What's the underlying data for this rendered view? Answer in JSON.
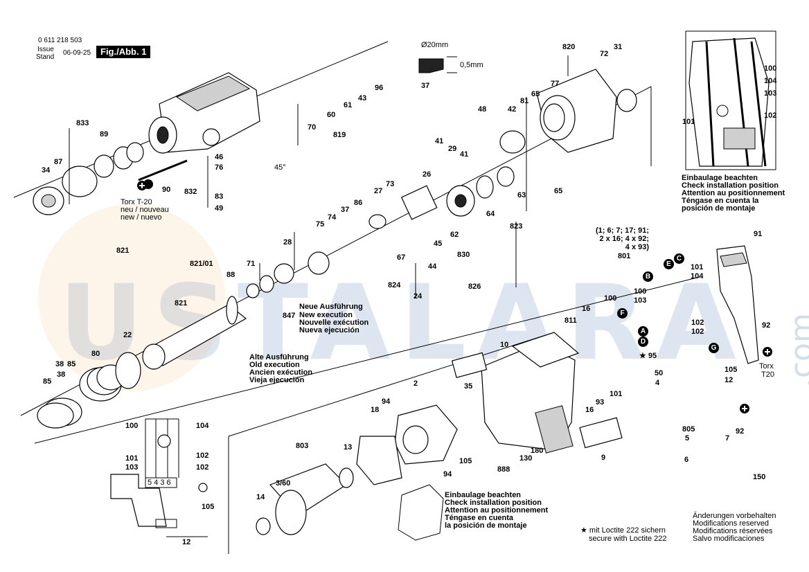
{
  "header": {
    "part_number": "0 611 218 503",
    "issue_label": "Issue",
    "stand_label": "Stand",
    "date": "06-09-25",
    "fig_label": "Fig./Abb. 1"
  },
  "watermark": {
    "text": "USTALARA",
    "suffix": ".com"
  },
  "dimension_detail": {
    "diameter": "Ø20mm",
    "depth": "0,5mm",
    "part": "37"
  },
  "callouts": {
    "p833": "833",
    "p89": "89",
    "p87": "87",
    "p34": "34",
    "p90": "90",
    "p46": "46",
    "p76": "76",
    "p832": "832",
    "p83": "83",
    "p49": "49",
    "angle": "45°",
    "p70": "70",
    "p60": "60",
    "p61": "61",
    "p43": "43",
    "p96": "96",
    "p819": "819",
    "p48": "48",
    "p42": "42",
    "p81": "81",
    "p65a": "65",
    "p77": "77",
    "p820": "820",
    "p72": "72",
    "p31": "31",
    "p65b": "65",
    "p41a": "41",
    "p29": "29",
    "p41b": "41",
    "p26": "26",
    "p27": "27",
    "p73": "73",
    "p64": "64",
    "p63": "63",
    "p823": "823",
    "p37": "37",
    "p75": "75",
    "p74": "74",
    "p86": "86",
    "p28": "28",
    "p71": "71",
    "p88": "88",
    "p821_01": "821/01",
    "p821a": "821",
    "p821b": "821",
    "p847": "847",
    "p67": "67",
    "p62": "62",
    "p45": "45",
    "p44": "44",
    "p830": "830",
    "p824": "824",
    "p826": "826",
    "p24": "24",
    "p22": "22",
    "p80": "80",
    "p85a": "85",
    "p38a": "38",
    "p85b": "85",
    "p38b": "38",
    "p801": "801",
    "p91": "91",
    "p101a": "101",
    "p104a": "104",
    "p100a": "100",
    "p103a": "103",
    "p5": "5",
    "p4": "4",
    "p3": "3",
    "p6": "6",
    "p16a": "16",
    "p811": "811",
    "p100b": "100",
    "p10": "10",
    "p102a": "102",
    "p102b": "102",
    "p95": "★ 95",
    "p50": "50",
    "p4b": "4",
    "p105a": "105",
    "p12a": "12",
    "p92a": "92",
    "torx20b": "Torx",
    "torx20b_n": "T20",
    "p35": "35",
    "p2": "2",
    "p94a": "94",
    "p18": "18",
    "p803": "803",
    "p13": "13",
    "p3_60": "3/60",
    "p14": "14",
    "p94b": "94",
    "p105b": "105",
    "p888": "888",
    "p130": "130",
    "p180": "180",
    "p9": "9",
    "p93": "93",
    "p101b": "101",
    "p16b": "16",
    "p805": "805",
    "p5b": "5",
    "p92b": "92",
    "p7": "7",
    "p6b": "6",
    "p150": "150",
    "s100": "100",
    "s101": "101",
    "s103": "103",
    "s104": "104",
    "s102a": "102",
    "s102b": "102",
    "s105": "105",
    "s12": "12",
    "terms": "5 4 3 6",
    "r100": "100",
    "r104": "104",
    "r103": "103",
    "r101": "101",
    "r102": "102",
    "circ_B": "B",
    "circ_E": "E",
    "circ_C": "C",
    "circ_F": "F",
    "circ_A": "A",
    "circ_D": "D",
    "circ_G": "G"
  },
  "bracket_list": "(1; 6; 7; 17; 91;\n2 x 16; 4 x 92;\n4 x 93)",
  "torx_note": {
    "torx": "Torx T-20",
    "line1": "neu / nouveau",
    "line2": "new / nuevo"
  },
  "new_version": [
    "Neue Ausführung",
    "New execution",
    "Nouvelle exécution",
    "Nueva ejecución"
  ],
  "old_version": [
    "Alte Ausführung",
    "Old execution",
    "Ancien exécution",
    "Vieja ejecución"
  ],
  "install_note_top": [
    "Einbaulage beachten",
    "Check installation position",
    "Attention au positionnement",
    "Téngase en cuenta la",
    "posición de montaje"
  ],
  "install_note_bottom": [
    "Einbaulage beachten",
    "Check installation position",
    "Attention au positionnement",
    "Téngase en cuenta",
    "la posición de montaje"
  ],
  "loctite": [
    "★ mit Loctite 222 sichern",
    "secure with Loctite 222"
  ],
  "modifications": [
    "Änderungen vorbehalten",
    "Modifications reserved",
    "Modifications réservées",
    "Salvo modificaciones"
  ]
}
